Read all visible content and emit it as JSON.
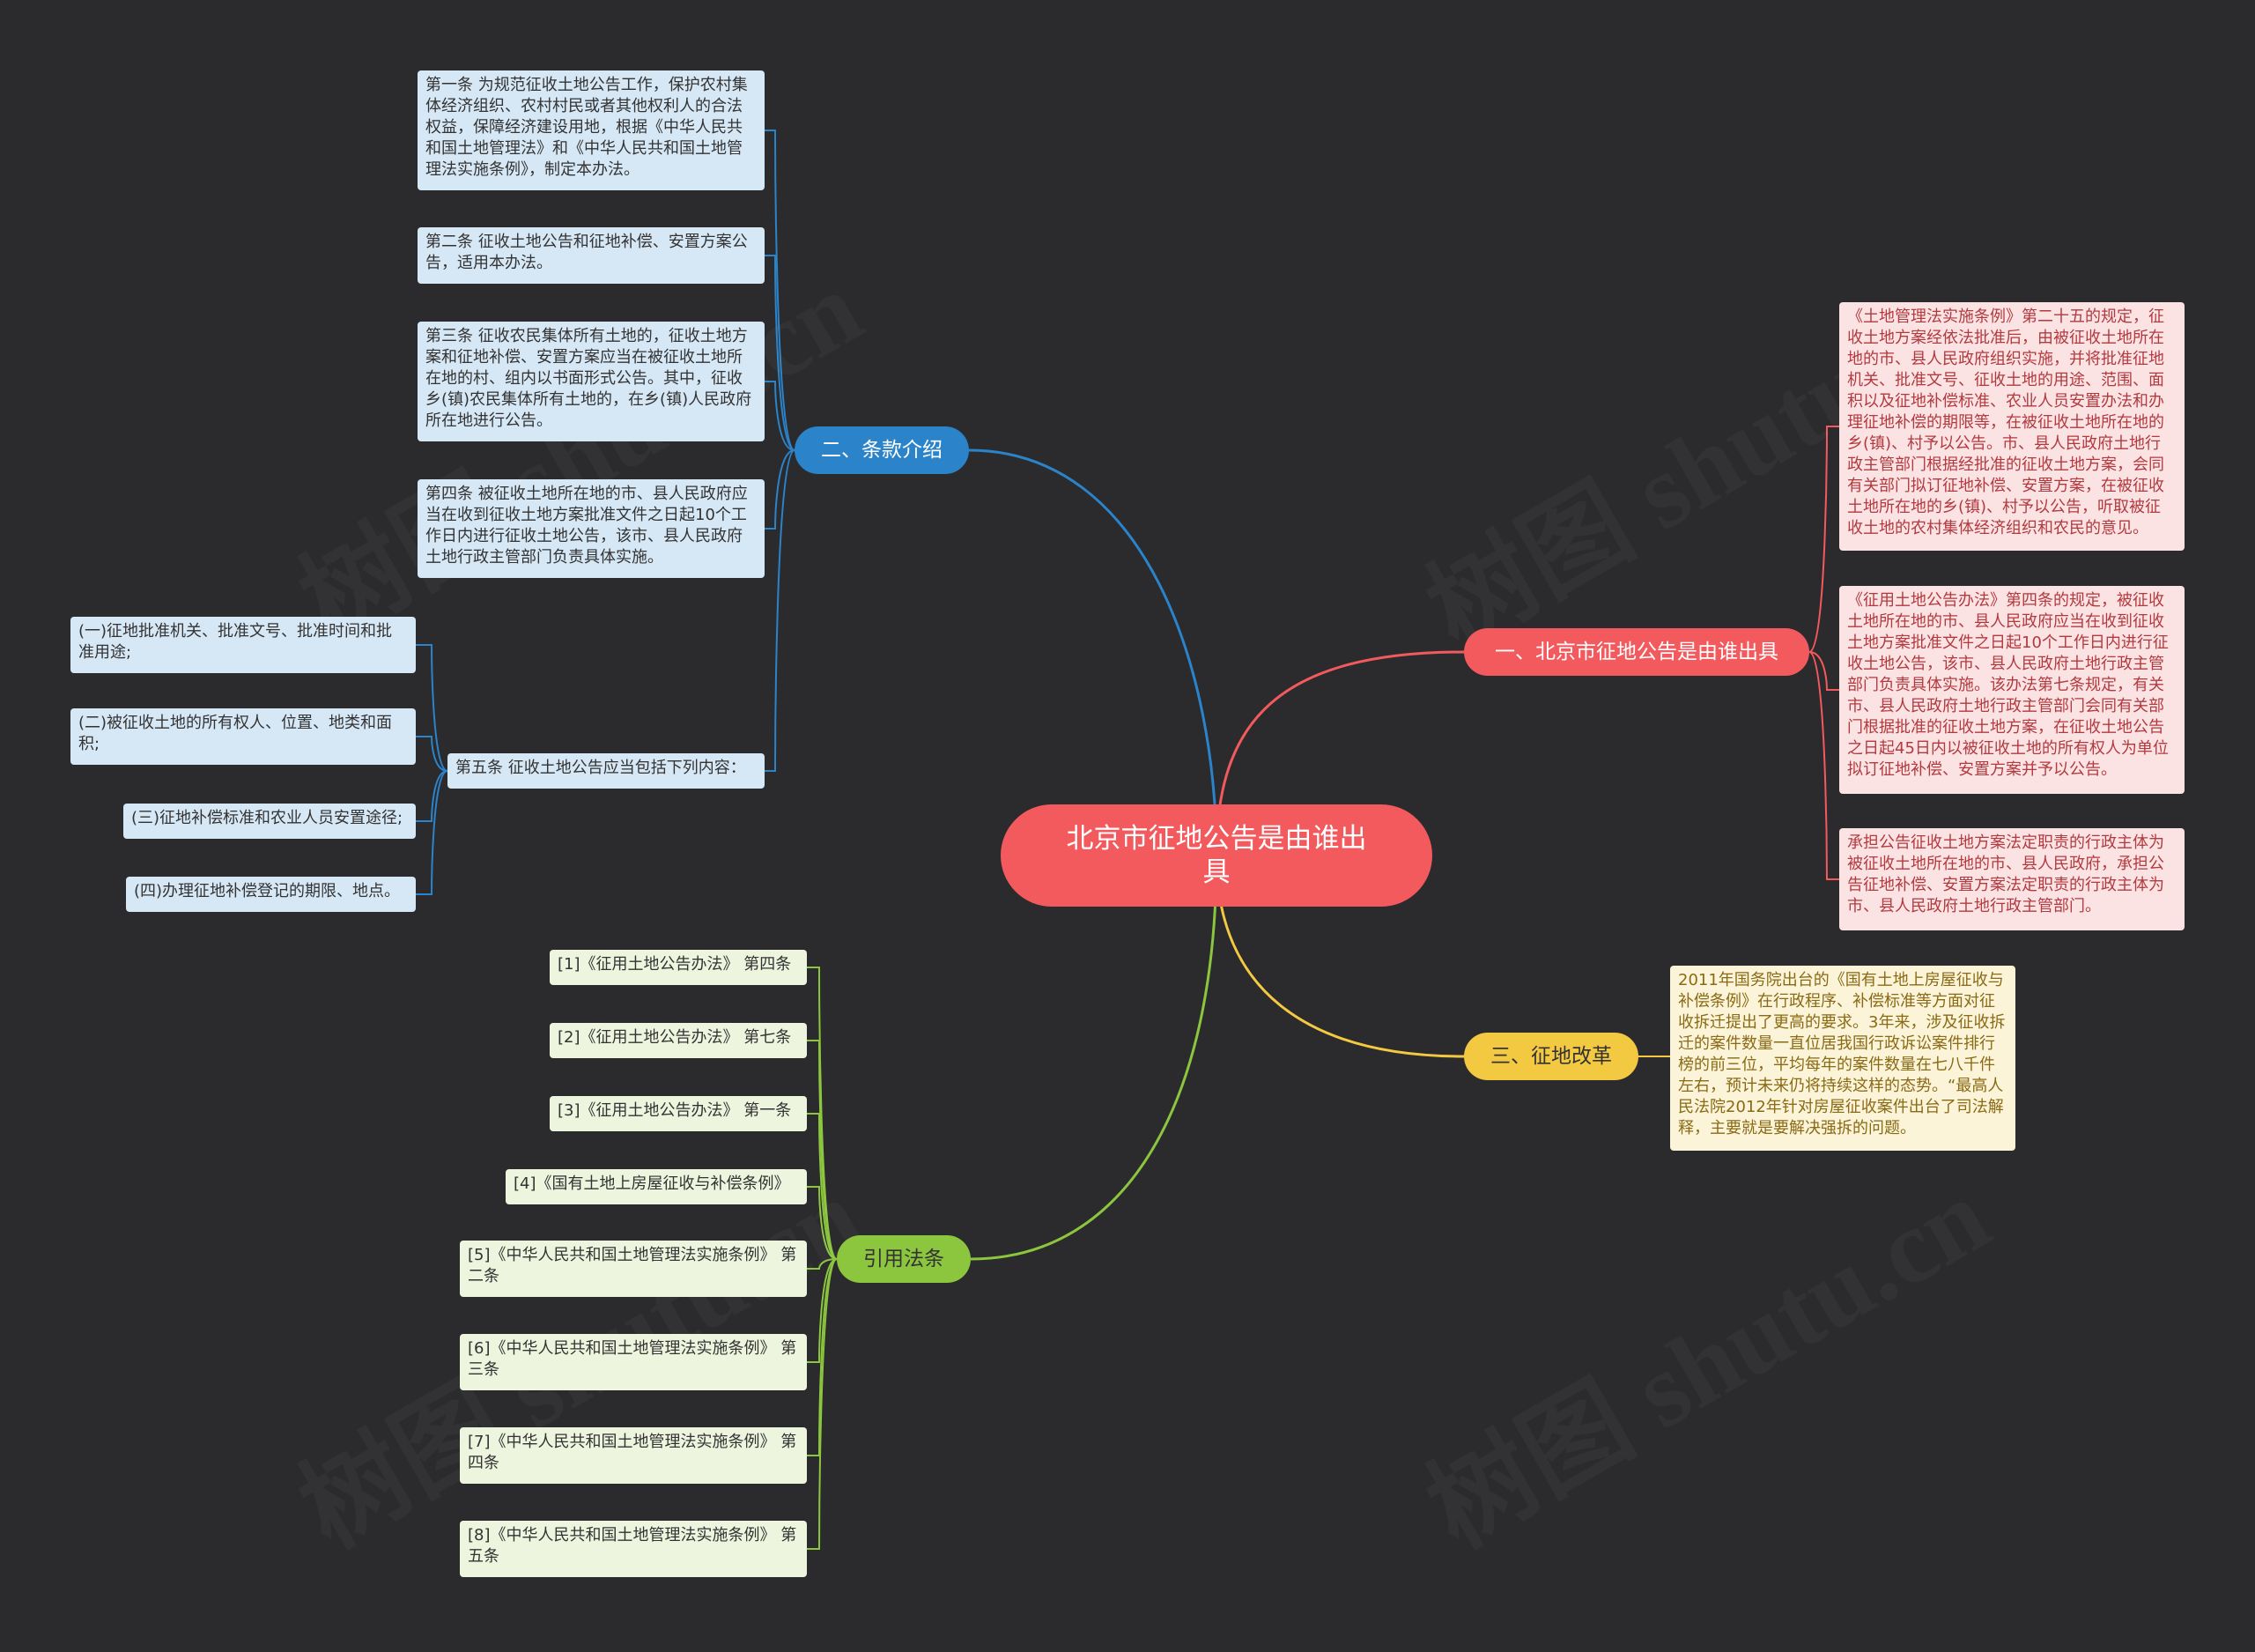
{
  "root": {
    "label": "北京市征地公告是由谁出具"
  },
  "colors": {
    "background": "#2b2b2d",
    "root": "#f25a5e",
    "branch_blue": "#2b83c9",
    "branch_red": "#f25a5e",
    "branch_yellow": "#f4c942",
    "branch_green": "#8cc63f"
  },
  "watermark": {
    "text": "树图 shutu.cn"
  },
  "branches": {
    "clauses": {
      "label": "二、条款介绍",
      "items": [
        "第一条 为规范征收土地公告工作，保护农村集体经济组织、农村村民或者其他权利人的合法权益，保障经济建设用地，根据《中华人民共和国土地管理法》和《中华人民共和国土地管理法实施条例》，制定本办法。",
        "第二条 征收土地公告和征地补偿、安置方案公告，适用本办法。",
        "第三条 征收农民集体所有土地的，征收土地方案和征地补偿、安置方案应当在被征收土地所在地的村、组内以书面形式公告。其中，征收乡(镇)农民集体所有土地的，在乡(镇)人民政府所在地进行公告。",
        "第四条 被征收土地所在地的市、县人民政府应当在收到征收土地方案批准文件之日起10个工作日内进行征收土地公告，该市、县人民政府土地行政主管部门负责具体实施。",
        "第五条 征收土地公告应当包括下列内容："
      ],
      "sub_items": [
        "(一)征地批准机关、批准文号、批准时间和批准用途;",
        "(二)被征收土地的所有权人、位置、地类和面积;",
        "(三)征地补偿标准和农业人员安置途径;",
        "(四)办理征地补偿登记的期限、地点。"
      ]
    },
    "issuer": {
      "label": "一、北京市征地公告是由谁出具",
      "items": [
        "《土地管理法实施条例》第二十五的规定，征收土地方案经依法批准后，由被征收土地所在地的市、县人民政府组织实施，并将批准征地机关、批准文号、征收土地的用途、范围、面积以及征地补偿标准、农业人员安置办法和办理征地补偿的期限等，在被征收土地所在地的乡(镇)、村予以公告。市、县人民政府土地行政主管部门根据经批准的征收土地方案，会同有关部门拟订征地补偿、安置方案，在被征收土地所在地的乡(镇)、村予以公告，听取被征收土地的农村集体经济组织和农民的意见。",
        "《征用土地公告办法》第四条的规定，被征收土地所在地的市、县人民政府应当在收到征收土地方案批准文件之日起10个工作日内进行征收土地公告，该市、县人民政府土地行政主管部门负责具体实施。该办法第七条规定，有关市、县人民政府土地行政主管部门会同有关部门根据批准的征收土地方案，在征收土地公告之日起45日内以被征收土地的所有权人为单位拟订征地补偿、安置方案并予以公告。",
        "承担公告征收土地方案法定职责的行政主体为被征收土地所在地的市、县人民政府，承担公告征地补偿、安置方案法定职责的行政主体为市、县人民政府土地行政主管部门。"
      ]
    },
    "reform": {
      "label": "三、征地改革",
      "items": [
        "2011年国务院出台的《国有土地上房屋征收与补偿条例》在行政程序、补偿标准等方面对征收拆迁提出了更高的要求。3年来，涉及征收拆迁的案件数量一直位居我国行政诉讼案件排行榜的前三位，平均每年的案件数量在七八千件左右，预计未来仍将持续这样的态势。“最高人民法院2012年针对房屋征收案件出台了司法解释，主要就是要解决强拆的问题。"
      ]
    },
    "citations": {
      "label": "引用法条",
      "items": [
        "[1]《征用土地公告办法》 第四条",
        "[2]《征用土地公告办法》 第七条",
        "[3]《征用土地公告办法》 第一条",
        "[4]《国有土地上房屋征收与补偿条例》",
        "[5]《中华人民共和国土地管理法实施条例》 第二条",
        "[6]《中华人民共和国土地管理法实施条例》 第三条",
        "[7]《中华人民共和国土地管理法实施条例》 第四条",
        "[8]《中华人民共和国土地管理法实施条例》 第五条"
      ]
    }
  }
}
